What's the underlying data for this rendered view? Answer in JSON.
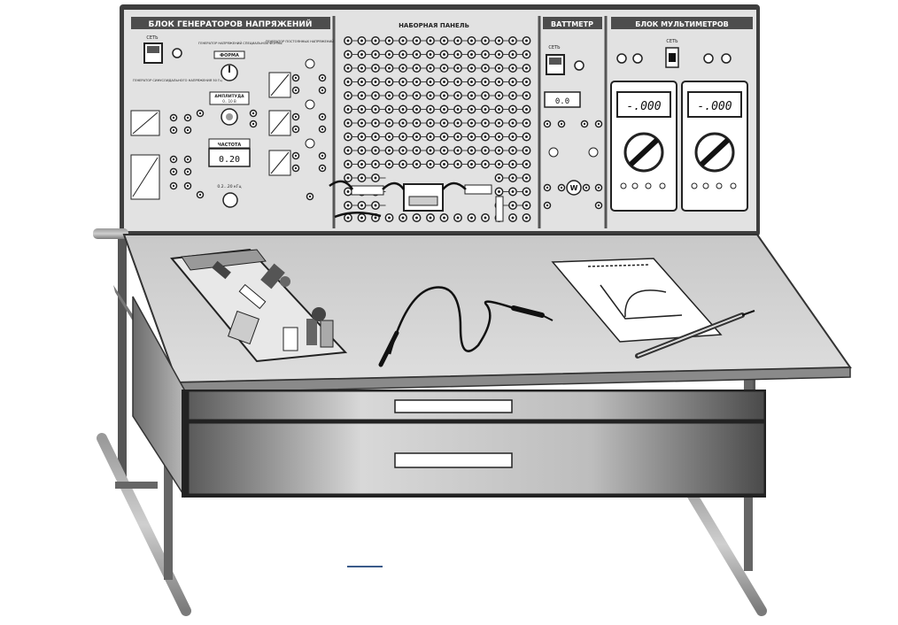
{
  "panel": {
    "generators": {
      "title": "БЛОК ГЕНЕРАТОРОВ НАПРЯЖЕНИЙ",
      "power_label": "СЕТЬ",
      "sine_gen_label": "ГЕНЕРАТОР СИНУСОИДАЛЬНОГО НАПРЯЖЕНИЯ 50 Гц",
      "special_gen_label": "ГЕНЕРАТОР НАПРЯЖЕНИЙ СПЕЦИАЛЬНОЙ ФОРМЫ",
      "const_gen_label": "ГЕНЕРАТОР ПОСТОЯННЫХ НАПРЯЖЕНИЙ",
      "form_label": "ФОРМА",
      "amplitude_label": "АМПЛИТУДА",
      "amplitude_range": "0...10 В",
      "frequency_label": "ЧАСТОТА",
      "frequency_value": "0.20",
      "frequency_range": "0.2...20 кГц"
    },
    "breadboard": {
      "title": "НАБОРНАЯ ПАНЕЛЬ"
    },
    "wattmeter": {
      "title": "ВАТТМЕТР",
      "power_label": "СЕТЬ",
      "display_value": "0.0"
    },
    "multimeters": {
      "title": "БЛОК МУЛЬТИМЕТРОВ",
      "power_label": "СЕТЬ",
      "display_left": "-.000",
      "display_right": "-.000"
    }
  }
}
